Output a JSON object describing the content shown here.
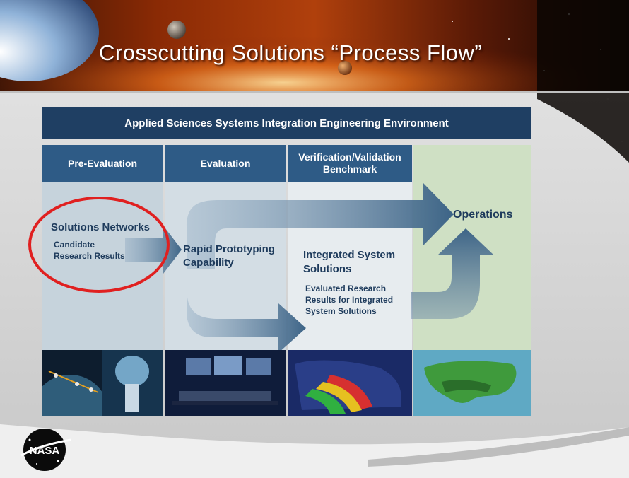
{
  "slide": {
    "title": "Crosscutting Solutions “Process Flow”"
  },
  "diagram": {
    "banner": "Applied Sciences Systems Integration Engineering Environment",
    "columns": [
      {
        "label": "Pre-Evaluation"
      },
      {
        "label": "Evaluation"
      },
      {
        "label": "Verification/Validation Benchmark"
      }
    ],
    "solutions_networks": {
      "title": "Solutions Networks",
      "subtitle_line1": "Candidate",
      "subtitle_line2": "Research Results"
    },
    "rapid_prototyping": {
      "line1": "Rapid Prototyping",
      "line2": "Capability"
    },
    "integrated_solutions": {
      "title_line1": "Integrated System",
      "title_line2": "Solutions",
      "sub_line1": "Evaluated Research",
      "sub_line2": "Results for Integrated",
      "sub_line3": "System Solutions"
    },
    "operations": "Operations"
  },
  "logo": {
    "text": "NASA"
  },
  "colors": {
    "banner": "#1f3f63",
    "column_header": "#2e5b86",
    "arrow": "#4a6f90",
    "highlight_circle": "#e02020",
    "operations_column": "#cfe0c4"
  }
}
